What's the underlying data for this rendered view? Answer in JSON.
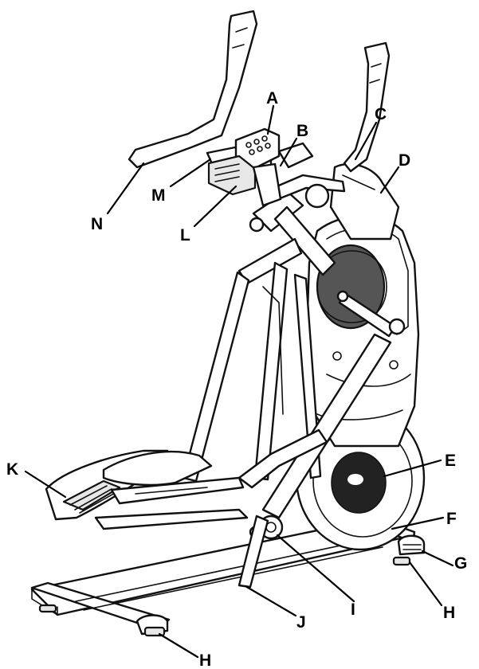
{
  "labels": {
    "a": "A",
    "b": "B",
    "c": "C",
    "d": "D",
    "e": "E",
    "f": "F",
    "g": "G",
    "h_right": "H",
    "h_bottom": "H",
    "i": "I",
    "j": "J",
    "k": "K",
    "l": "L",
    "m": "M",
    "n": "N"
  }
}
